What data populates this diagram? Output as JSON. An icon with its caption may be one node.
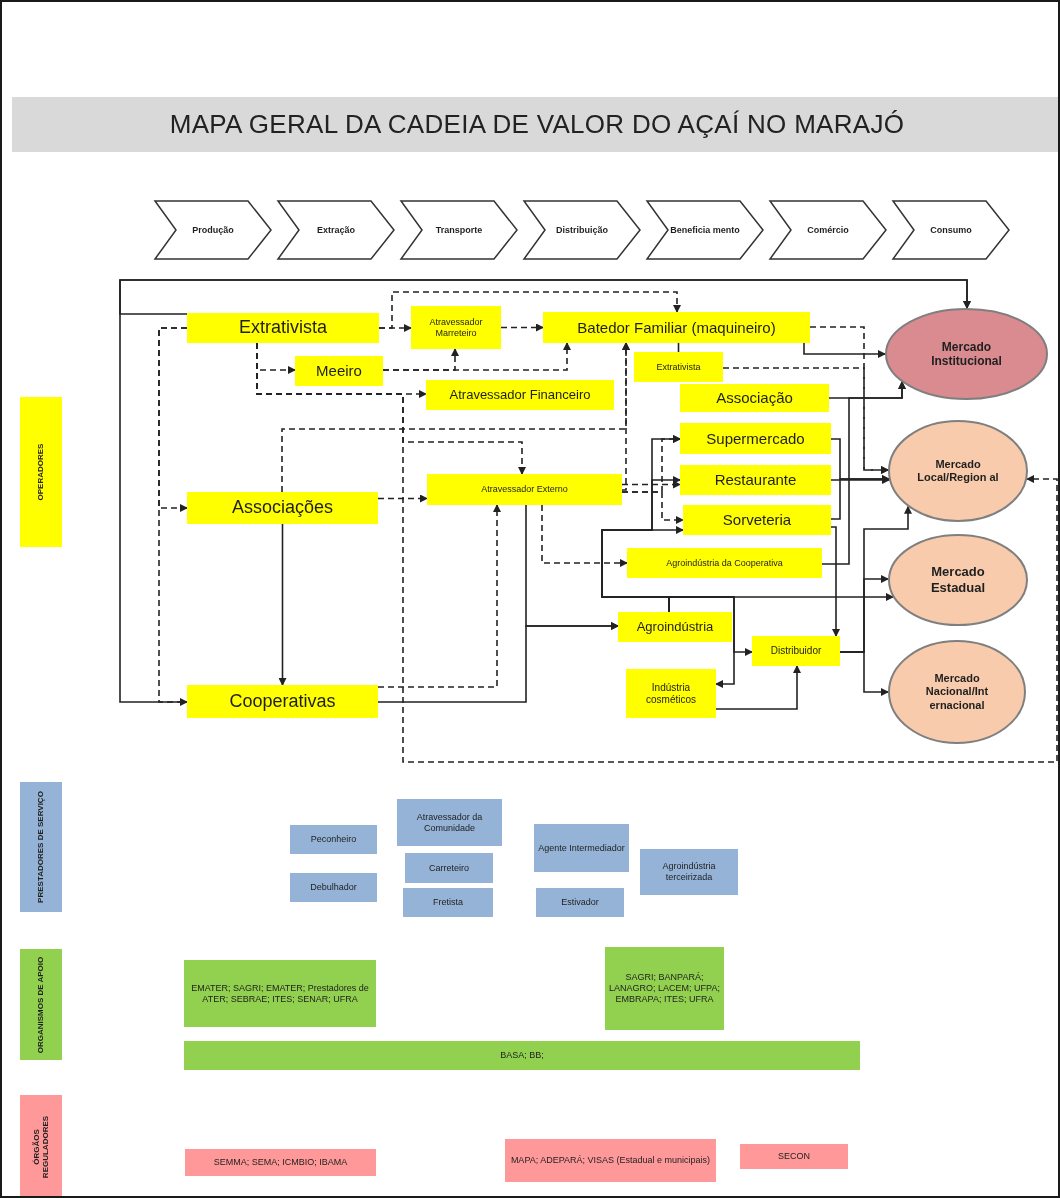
{
  "diagram": {
    "title": "MAPA GERAL DA CADEIA DE VALOR DO AÇAÍ NO MARAJÓ",
    "nodes": [
      {
        "text": [
          "Produção"
        ]
      },
      {
        "text": [
          "Extração"
        ]
      },
      {
        "text": [
          "Transporte"
        ]
      },
      {
        "text": [
          "Distribuição"
        ]
      },
      {
        "text": [
          "Beneficia mento"
        ]
      },
      {
        "text": [
          "Comércio"
        ]
      },
      {
        "text": [
          "Consumo"
        ]
      },
      {
        "text": [
          "OPERADORES"
        ]
      },
      {
        "text": [
          "Extrativista"
        ]
      },
      {
        "text": [
          "Atravessador Marreteiro"
        ]
      },
      {
        "text": [
          "Batedor Familiar (maquineiro)"
        ]
      },
      {
        "text": [
          "Meeiro"
        ]
      },
      {
        "text": [
          "Extrativista"
        ]
      },
      {
        "text": [
          "Atravessador Financeiro"
        ]
      },
      {
        "text": [
          "Associação"
        ]
      },
      {
        "text": [
          "Supermercado"
        ]
      },
      {
        "text": [
          "Atravessador Externo"
        ]
      },
      {
        "text": [
          "Restaurante"
        ]
      },
      {
        "text": [
          "Associações"
        ]
      },
      {
        "text": [
          "Sorveteria"
        ]
      },
      {
        "text": [
          "Agroindústria da Cooperativa"
        ]
      },
      {
        "text": [
          "Agroindústria"
        ]
      },
      {
        "text": [
          "Distribuidor"
        ]
      },
      {
        "text": [
          "Indústria cosméticos"
        ]
      },
      {
        "text": [
          "Cooperativas"
        ]
      },
      {
        "text": [
          "Mercado Institucional"
        ]
      },
      {
        "text": [
          "Mercado Local/Region al"
        ]
      },
      {
        "text": [
          "Mercado Estadual"
        ]
      },
      {
        "text": [
          "Mercado Nacional/Int ernacional"
        ]
      },
      {
        "text": [
          "PRESTADORES DE SERVIÇO"
        ]
      },
      {
        "text": [
          "Atravessador da Comunidade"
        ]
      },
      {
        "text": [
          "Peconheiro"
        ]
      },
      {
        "text": [
          "Agente Intermediador"
        ]
      },
      {
        "text": [
          "Carreteiro"
        ]
      },
      {
        "text": [
          "Agroindústria terceirizada"
        ]
      },
      {
        "text": [
          "Debulhador"
        ]
      },
      {
        "text": [
          "Fretista"
        ]
      },
      {
        "text": [
          "Estivador"
        ]
      },
      {
        "text": [
          "ORGANISMOS DE APOIO"
        ]
      },
      {
        "text": [
          "SAGRI; BANPARÁ; LANAGRO; LACEM; UFPA; EMBRAPA; ITES; UFRA"
        ]
      },
      {
        "text": [
          "EMATER; SAGRI; EMATER; Prestadores de ATER; SEBRAE; ITES; SENAR; UFRA"
        ]
      },
      {
        "text": [
          "BASA; BB;"
        ]
      },
      {
        "text": [
          "ÓRGÃOS REGULADORES"
        ]
      },
      {
        "text": [
          "MAPA; ADEPARÁ; VISAS (Estadual e municipais)"
        ]
      },
      {
        "text": [
          "SEMMA; SEMA; ICMBIO; IBAMA"
        ]
      },
      {
        "text": [
          "SECON"
        ]
      }
    ],
    "edges": [
      {
        "from": 24,
        "to": 25,
        "arrow": "to"
      },
      {
        "from": 8,
        "to": 25,
        "arrow": "to"
      },
      {
        "from": 18,
        "to": 24,
        "arrow": "to"
      },
      {
        "from": 24,
        "to": 21,
        "arrow": "to"
      },
      {
        "from": 16,
        "to": 21,
        "arrow": "to"
      },
      {
        "from": 10,
        "to": 25,
        "arrow": "to"
      },
      {
        "from": 14,
        "to": 25,
        "arrow": "to"
      },
      {
        "from": 20,
        "to": 25,
        "arrow": "to"
      },
      {
        "from": 15,
        "to": 26,
        "arrow": "to"
      },
      {
        "from": 17,
        "to": 26,
        "arrow": "to"
      },
      {
        "from": 19,
        "to": 26,
        "arrow": "to"
      },
      {
        "from": 19,
        "to": 22,
        "arrow": "to"
      },
      {
        "from": 22,
        "to": 26,
        "arrow": "to"
      },
      {
        "from": 22,
        "to": 27,
        "arrow": "to"
      },
      {
        "from": 22,
        "to": 28,
        "arrow": "to"
      },
      {
        "from": 21,
        "to": 15,
        "arrow": "to"
      },
      {
        "from": 21,
        "to": 17,
        "arrow": "to"
      },
      {
        "from": 21,
        "to": 19,
        "arrow": "to"
      },
      {
        "from": 21,
        "to": 23,
        "arrow": "to"
      },
      {
        "from": 21,
        "to": 22,
        "arrow": "to"
      },
      {
        "from": 21,
        "to": 27,
        "arrow": "to"
      },
      {
        "from": 23,
        "to": 22,
        "arrow": "to"
      },
      {
        "from": 10,
        "to": 12,
        "arrow": "none"
      },
      {
        "from": 8,
        "to": 9,
        "arrow": "to",
        "style": "dashed"
      },
      {
        "from": 8,
        "to": 10,
        "arrow": "to",
        "style": "dashed"
      },
      {
        "from": 9,
        "to": 10,
        "arrow": "to",
        "style": "dashed"
      },
      {
        "from": 8,
        "to": 11,
        "arrow": "to",
        "style": "dashed"
      },
      {
        "from": 8,
        "to": 13,
        "arrow": "to",
        "style": "dashed"
      },
      {
        "from": 11,
        "to": 9,
        "arrow": "to",
        "style": "dashed"
      },
      {
        "from": 11,
        "to": 10,
        "arrow": "to",
        "style": "dashed"
      },
      {
        "from": 8,
        "to": 18,
        "arrow": "to",
        "style": "dashed"
      },
      {
        "from": 8,
        "to": 24,
        "arrow": "to",
        "style": "dashed"
      },
      {
        "from": 18,
        "to": 16,
        "arrow": "to",
        "style": "dashed"
      },
      {
        "from": 18,
        "to": 10,
        "arrow": "to",
        "style": "dashed"
      },
      {
        "from": 16,
        "to": 10,
        "arrow": "to",
        "style": "dashed"
      },
      {
        "from": 8,
        "to": 16,
        "arrow": "to",
        "style": "dashed"
      },
      {
        "from": 8,
        "to": 26,
        "arrow": "to",
        "style": "dashed"
      },
      {
        "from": 24,
        "to": 16,
        "arrow": "to",
        "style": "dashed"
      },
      {
        "from": 16,
        "to": 20,
        "arrow": "to",
        "style": "dashed"
      },
      {
        "from": 16,
        "to": 15,
        "arrow": "to",
        "style": "dashed"
      },
      {
        "from": 16,
        "to": 17,
        "arrow": "to",
        "style": "dashed"
      },
      {
        "from": 16,
        "to": 19,
        "arrow": "to",
        "style": "dashed"
      },
      {
        "from": 10,
        "to": 26,
        "arrow": "to",
        "style": "dashed"
      },
      {
        "from": 12,
        "to": 26,
        "arrow": "to",
        "style": "dashed"
      }
    ]
  }
}
